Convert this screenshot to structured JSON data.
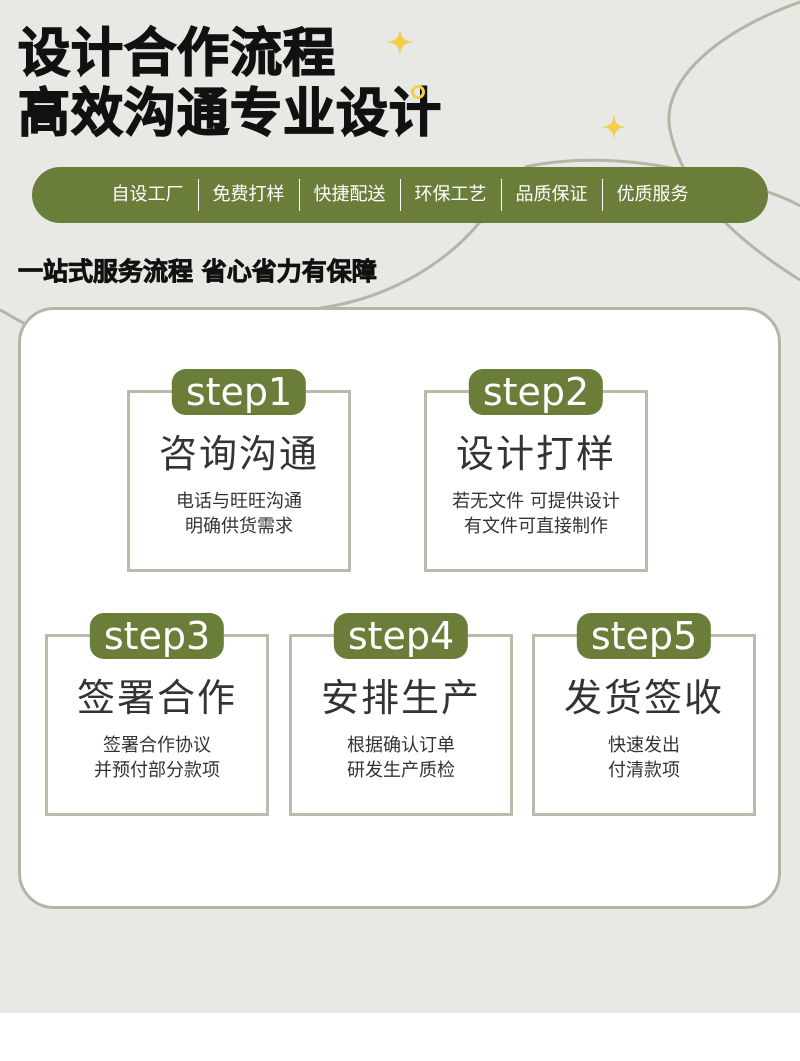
{
  "headline": {
    "line1_prefix": "设计合作",
    "line1_highlight": "流程",
    "line2": "高效沟通专业设计"
  },
  "features": [
    {
      "label": "自设工厂"
    },
    {
      "label": "免费打样"
    },
    {
      "label": "快捷配送"
    },
    {
      "label": "环保工艺"
    },
    {
      "label": "品质保证"
    },
    {
      "label": "优质服务"
    }
  ],
  "subtitle": "一站式服务流程 省心省力有保障",
  "steps": [
    {
      "badge": "step1",
      "title": "咨询沟通",
      "desc_line1": "电话与旺旺沟通",
      "desc_line2": "明确供货需求"
    },
    {
      "badge": "step2",
      "title": "设计打样",
      "desc_line1": "若无文件 可提供设计",
      "desc_line2": "有文件可直接制作"
    },
    {
      "badge": "step3",
      "title": "签署合作",
      "desc_line1": "签署合作协议",
      "desc_line2": "并预付部分款项"
    },
    {
      "badge": "step4",
      "title": "安排生产",
      "desc_line1": "根据确认订单",
      "desc_line2": "研发生产质检"
    },
    {
      "badge": "step5",
      "title": "发货签收",
      "desc_line1": "快速发出",
      "desc_line2": "付清款项"
    }
  ],
  "colors": {
    "background": "#e8e9e4",
    "accent_green": "#6a7e3a",
    "highlight_red": "#d7141a",
    "sparkle_yellow": "#f2cf4c",
    "card_border": "#b9bcab"
  },
  "icons": [
    "sparkle-icon",
    "ring-icon"
  ]
}
